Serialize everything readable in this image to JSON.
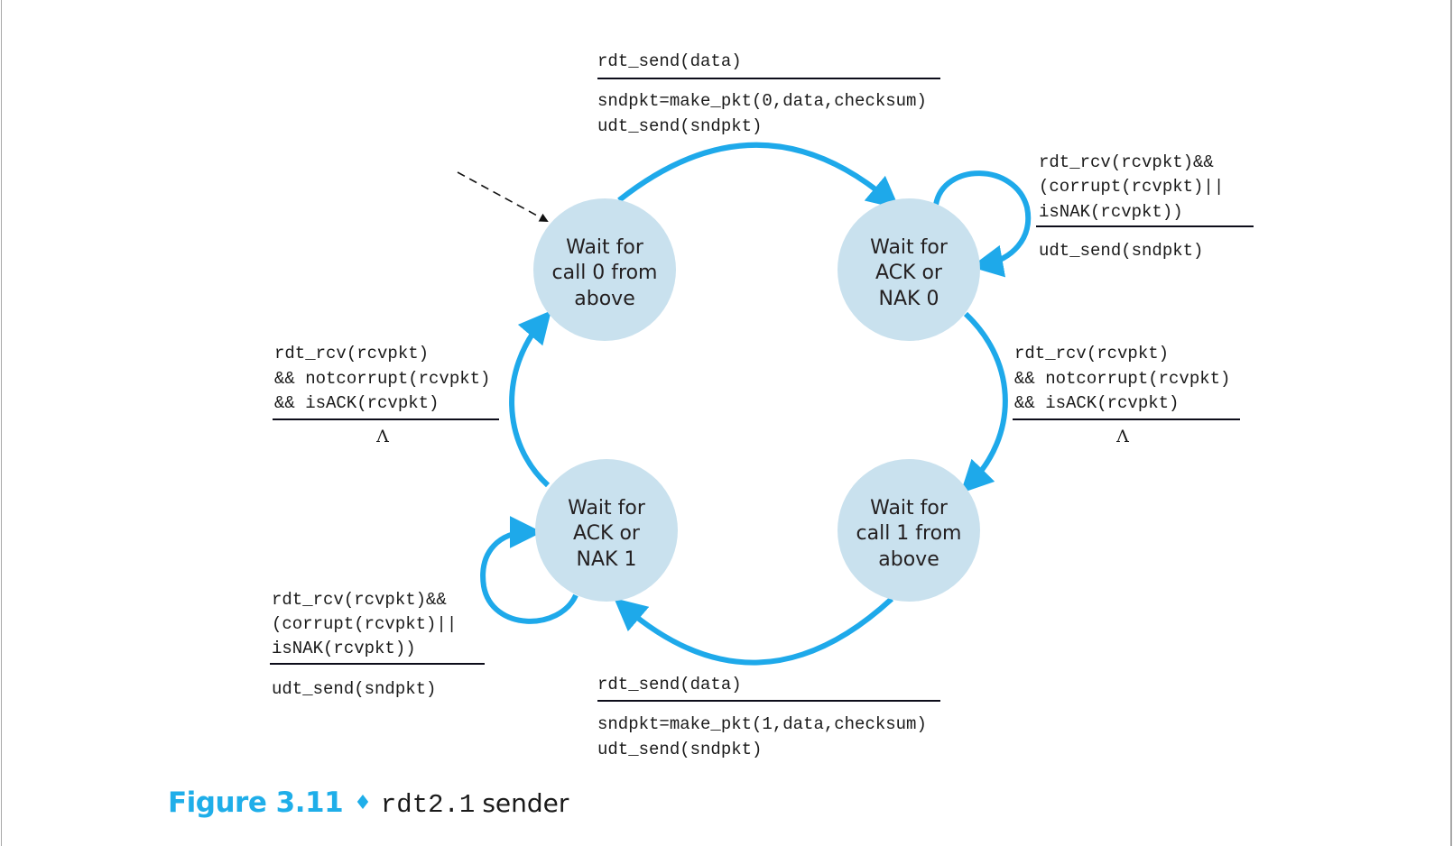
{
  "figure": {
    "number_label": "Figure 3.11",
    "separator_icon": "diamond-icon",
    "separator_glyph": "♦",
    "title_code": "rdt2.1",
    "title_word": "sender"
  },
  "colors": {
    "accent": "#1ea9ea",
    "state_fill": "#c9e1ee",
    "text": "#1a1a1a",
    "border": "#a8a8a8"
  },
  "states": [
    {
      "id": "wait-call-0",
      "lines": [
        "Wait for",
        "call 0 from",
        "above"
      ],
      "initial": true
    },
    {
      "id": "wait-ack-nak-0",
      "lines": [
        "Wait for",
        "ACK or",
        "NAK 0"
      ]
    },
    {
      "id": "wait-call-1",
      "lines": [
        "Wait for",
        "call 1 from",
        "above"
      ]
    },
    {
      "id": "wait-ack-nak-1",
      "lines": [
        "Wait for",
        "ACK or",
        "NAK 1"
      ]
    }
  ],
  "transitions": [
    {
      "id": "send-0",
      "from": "wait-call-0",
      "to": "wait-ack-nak-0",
      "event": [
        "rdt_send(data)"
      ],
      "actions": [
        "sndpkt=make_pkt(0,data,checksum)",
        "udt_send(sndpkt)"
      ]
    },
    {
      "id": "retransmit-0",
      "from": "wait-ack-nak-0",
      "to": "wait-ack-nak-0",
      "event": [
        "rdt_rcv(rcvpkt)&&",
        "(corrupt(rcvpkt)||",
        "isNAK(rcvpkt))"
      ],
      "actions": [
        "udt_send(sndpkt)"
      ]
    },
    {
      "id": "ack-0",
      "from": "wait-ack-nak-0",
      "to": "wait-call-1",
      "event": [
        "rdt_rcv(rcvpkt)",
        "&& notcorrupt(rcvpkt)",
        "&& isACK(rcvpkt)"
      ],
      "actions": [
        "Λ"
      ]
    },
    {
      "id": "send-1",
      "from": "wait-call-1",
      "to": "wait-ack-nak-1",
      "event": [
        "rdt_send(data)"
      ],
      "actions": [
        "sndpkt=make_pkt(1,data,checksum)",
        "udt_send(sndpkt)"
      ]
    },
    {
      "id": "retransmit-1",
      "from": "wait-ack-nak-1",
      "to": "wait-ack-nak-1",
      "event": [
        "rdt_rcv(rcvpkt)&&",
        "(corrupt(rcvpkt)||",
        "isNAK(rcvpkt))"
      ],
      "actions": [
        "udt_send(sndpkt)"
      ]
    },
    {
      "id": "ack-1",
      "from": "wait-ack-nak-1",
      "to": "wait-call-0",
      "event": [
        "rdt_rcv(rcvpkt)",
        "&& notcorrupt(rcvpkt)",
        "&& isACK(rcvpkt)"
      ],
      "actions": [
        "Λ"
      ]
    }
  ]
}
